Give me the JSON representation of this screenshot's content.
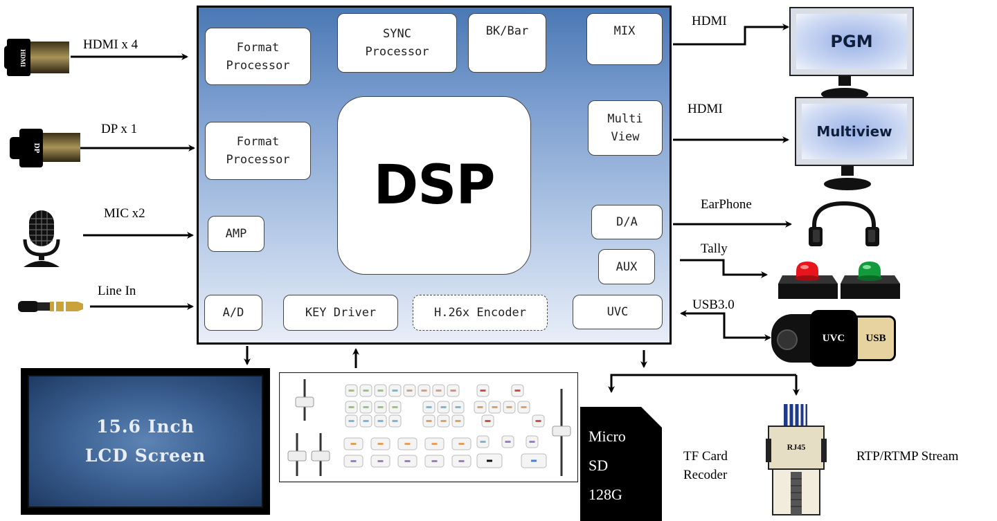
{
  "inputs": {
    "hdmi_in": {
      "label": "HDMI x 4",
      "connector_text": "HDMI"
    },
    "dp_in": {
      "label": "DP x 1",
      "connector_text": "DP"
    },
    "mic_in": {
      "label": "MIC x2"
    },
    "line_in": {
      "label": "Line In"
    }
  },
  "dsp": {
    "core_label": "DSP",
    "blocks": {
      "format_processor_1": "Format\nProcessor",
      "format_processor_2": "Format\nProcessor",
      "sync_processor": "SYNC\nProcessor",
      "bk_bar": "BK/Bar",
      "mix": "MIX",
      "multi_view": "Multi\nView",
      "amp": "AMP",
      "d_a": "D/A",
      "aux": "AUX",
      "a_d": "A/D",
      "key_driver": "KEY Driver",
      "h26x_encoder": "H.26x Encoder",
      "uvc": "UVC"
    }
  },
  "outputs": {
    "pgm": {
      "connection": "HDMI",
      "screen_text": "PGM"
    },
    "multiview": {
      "connection": "HDMI",
      "screen_text": "Multiview"
    },
    "earphone": {
      "connection": "EarPhone"
    },
    "tally": {
      "connection": "Tally"
    },
    "usb": {
      "connection": "USB3.0",
      "uvc_text": "UVC",
      "usb_text": "USB"
    }
  },
  "bottom": {
    "lcd": {
      "line1": "15.6 Inch",
      "line2": "LCD Screen"
    },
    "sd_card": {
      "line1": "Micro",
      "line2": "SD",
      "line3": "128G"
    },
    "tf_card": {
      "line1": "TF Card",
      "line2": "Recoder"
    },
    "rj45": {
      "connector_text": "RJ45",
      "label": "RTP/RTMP Stream"
    }
  },
  "colors": {
    "dsp_top": "#4a78b4",
    "dsp_bottom": "#e8eef8",
    "tally_red": "#e8141b",
    "tally_green": "#129a3c",
    "lcd_blue": "#3d6294"
  }
}
